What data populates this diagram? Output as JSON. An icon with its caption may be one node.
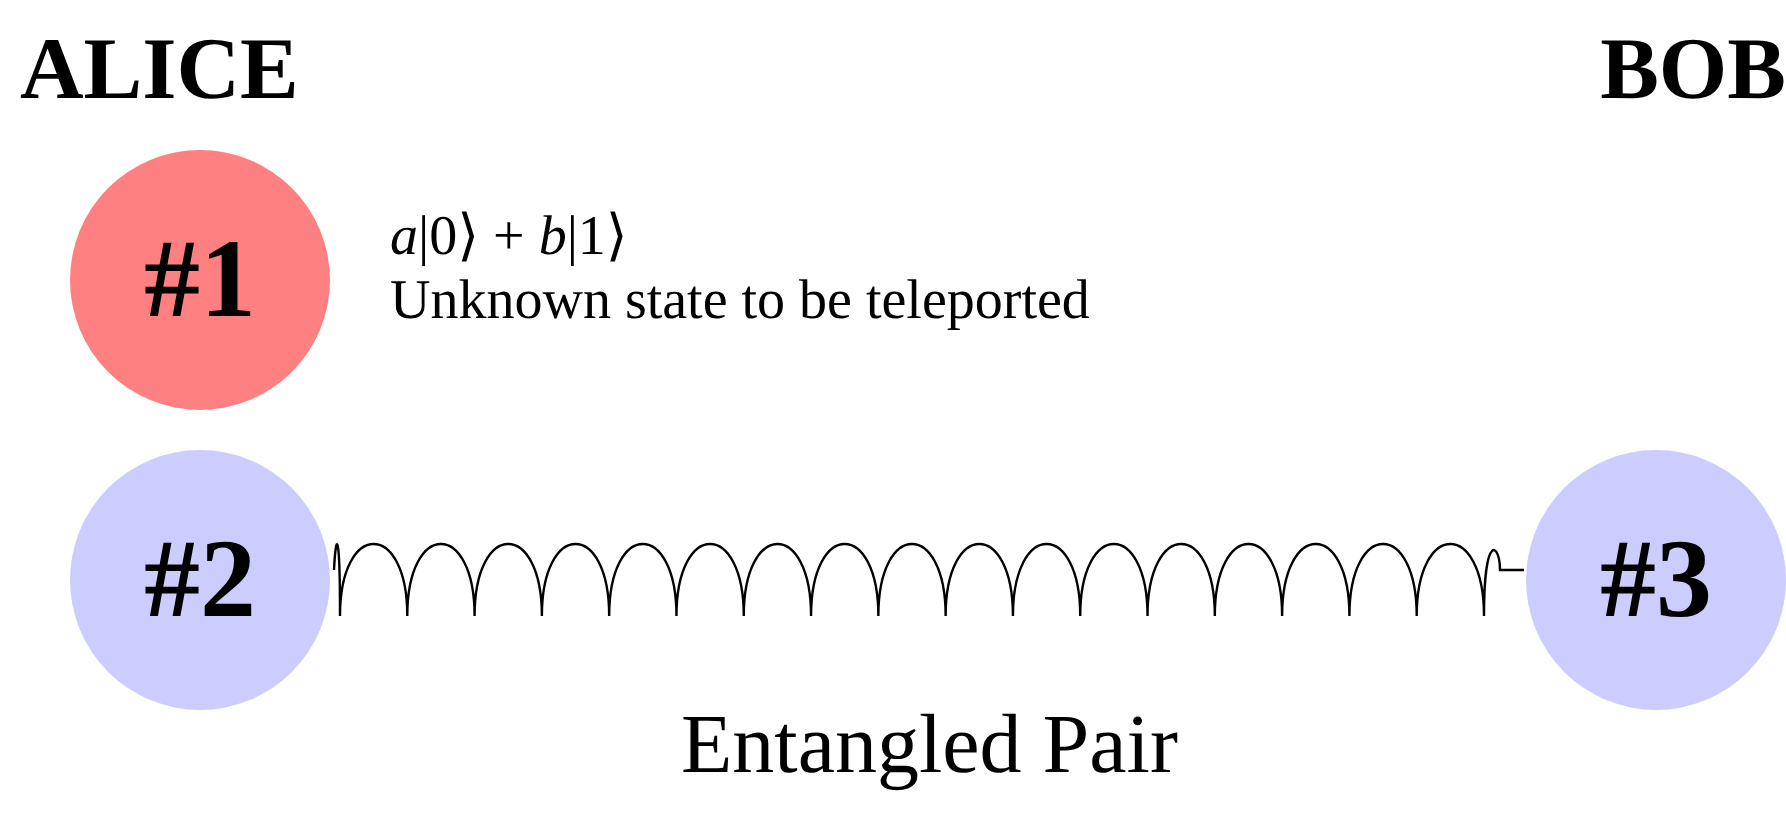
{
  "diagram": {
    "nodes": [
      {
        "text": [
          "#1"
        ],
        "beside": [
          "*a*|0⟩ + *b*|1⟩",
          "Unknown state to be teleported"
        ]
      },
      {
        "text": [
          "#2"
        ]
      },
      {
        "text": [
          "#3"
        ]
      }
    ],
    "edges": [
      {
        "from": 1,
        "to": 2,
        "arrow": "none",
        "label": "Entangled Pair"
      }
    ],
    "labels": [
      "ALICE",
      "BOB"
    ]
  }
}
